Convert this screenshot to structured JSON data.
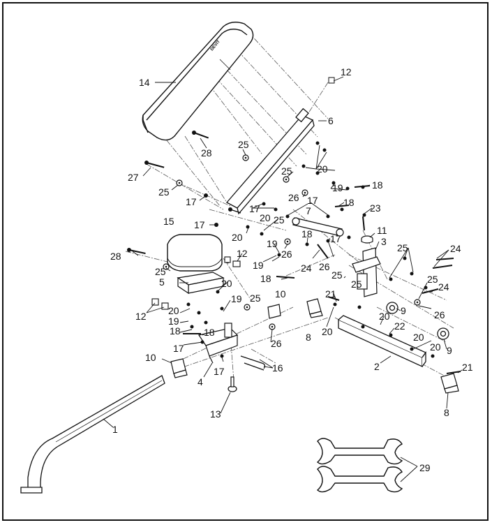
{
  "diagram": {
    "brand_logo_text": "DEVIT",
    "callouts": [
      {
        "id": "c12a",
        "text": "12"
      },
      {
        "id": "c14",
        "text": "14"
      },
      {
        "id": "c6",
        "text": "6"
      },
      {
        "id": "c28a",
        "text": "28"
      },
      {
        "id": "c25a",
        "text": "25"
      },
      {
        "id": "c20a",
        "text": "20"
      },
      {
        "id": "c27",
        "text": "27"
      },
      {
        "id": "c25b",
        "text": "25"
      },
      {
        "id": "c25c",
        "text": "25"
      },
      {
        "id": "c19a",
        "text": "19"
      },
      {
        "id": "c18a",
        "text": "18"
      },
      {
        "id": "c17a",
        "text": "17"
      },
      {
        "id": "c26a",
        "text": "26"
      },
      {
        "id": "c17b",
        "text": "17"
      },
      {
        "id": "c18b",
        "text": "18"
      },
      {
        "id": "c23",
        "text": "23"
      },
      {
        "id": "c7",
        "text": "7"
      },
      {
        "id": "c17c",
        "text": "17"
      },
      {
        "id": "c20b",
        "text": "20"
      },
      {
        "id": "c25d",
        "text": "25"
      },
      {
        "id": "c11",
        "text": "11"
      },
      {
        "id": "c15",
        "text": "15"
      },
      {
        "id": "c17d",
        "text": "17"
      },
      {
        "id": "c20c",
        "text": "20"
      },
      {
        "id": "c19b",
        "text": "19"
      },
      {
        "id": "c18c",
        "text": "18"
      },
      {
        "id": "c17e",
        "text": "17"
      },
      {
        "id": "c3",
        "text": "3"
      },
      {
        "id": "c26b",
        "text": "26"
      },
      {
        "id": "c28b",
        "text": "28"
      },
      {
        "id": "c12b",
        "text": "12"
      },
      {
        "id": "c19c",
        "text": "19"
      },
      {
        "id": "c24a",
        "text": "24"
      },
      {
        "id": "c26c",
        "text": "26"
      },
      {
        "id": "c25e",
        "text": "25"
      },
      {
        "id": "c25f",
        "text": "25"
      },
      {
        "id": "c24b",
        "text": "24"
      },
      {
        "id": "c25g",
        "text": "25"
      },
      {
        "id": "c5",
        "text": "5"
      },
      {
        "id": "c18d",
        "text": "18"
      },
      {
        "id": "c20d",
        "text": "20"
      },
      {
        "id": "c19d",
        "text": "19"
      },
      {
        "id": "c10a",
        "text": "10"
      },
      {
        "id": "c25h",
        "text": "25"
      },
      {
        "id": "c21a",
        "text": "21"
      },
      {
        "id": "c25i",
        "text": "25"
      },
      {
        "id": "c25j",
        "text": "25"
      },
      {
        "id": "c24c",
        "text": "24"
      },
      {
        "id": "c26d",
        "text": "26"
      },
      {
        "id": "c12c",
        "text": "12"
      },
      {
        "id": "c20e",
        "text": "20"
      },
      {
        "id": "c19e",
        "text": "19"
      },
      {
        "id": "c18e",
        "text": "18"
      },
      {
        "id": "c18f",
        "text": "18"
      },
      {
        "id": "c26e",
        "text": "26"
      },
      {
        "id": "c8a",
        "text": "8"
      },
      {
        "id": "c20f",
        "text": "20"
      },
      {
        "id": "c9a",
        "text": "9"
      },
      {
        "id": "c20g",
        "text": "20"
      },
      {
        "id": "c22",
        "text": "22"
      },
      {
        "id": "c20h",
        "text": "20"
      },
      {
        "id": "c17f",
        "text": "17"
      },
      {
        "id": "c20i",
        "text": "20"
      },
      {
        "id": "c9b",
        "text": "9"
      },
      {
        "id": "c10b",
        "text": "10"
      },
      {
        "id": "c16",
        "text": "16"
      },
      {
        "id": "c2",
        "text": "2"
      },
      {
        "id": "c17g",
        "text": "17"
      },
      {
        "id": "c4",
        "text": "4"
      },
      {
        "id": "c21b",
        "text": "21"
      },
      {
        "id": "c8b",
        "text": "8"
      },
      {
        "id": "c13",
        "text": "13"
      },
      {
        "id": "c1",
        "text": "1"
      },
      {
        "id": "c29",
        "text": "29"
      }
    ]
  }
}
